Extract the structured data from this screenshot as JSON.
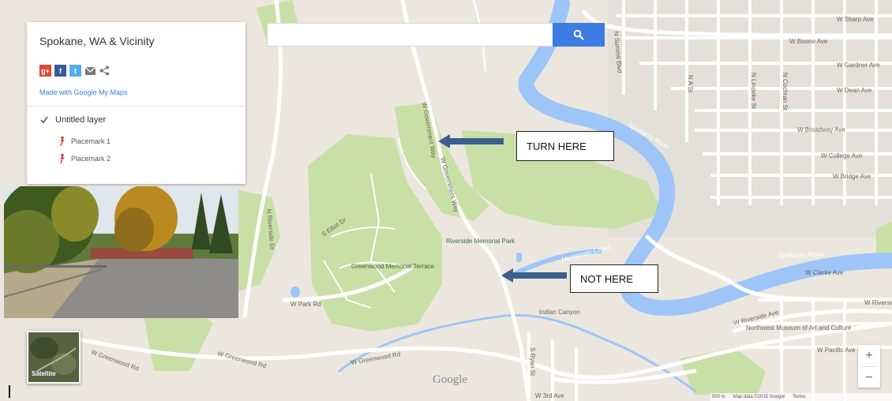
{
  "map": {
    "title": "Spokane, WA & Vicinity",
    "made_with": "Made with Google My Maps",
    "layer": {
      "name": "Untitled layer",
      "checked": true
    },
    "placemarks": [
      {
        "label": "Placemark 1"
      },
      {
        "label": "Placemark 2"
      }
    ],
    "share_icons": [
      "google-plus-icon",
      "facebook-icon",
      "twitter-icon",
      "email-icon",
      "share-icon"
    ],
    "search": {
      "value": "",
      "placeholder": ""
    },
    "satellite_label": "Satellite",
    "zoom_in": "+",
    "zoom_out": "−",
    "google_logo": "Google",
    "attribution": {
      "scale": "500 m",
      "data": "Map data ©2015 Google",
      "terms": "Terms"
    }
  },
  "annotations": {
    "turn_here": "TURN HERE",
    "not_here": "NOT HERE"
  },
  "labels": {
    "w_sharp_ave": "W Sharp Ave",
    "w_boone_ave": "W Boone Ave",
    "w_gardner_ave": "W Gardner Ave",
    "w_dean_ave": "W Dean Ave",
    "w_broadway_ave": "W Broadway Ave",
    "w_college_ave": "W College Ave",
    "w_bridge_ave": "W Bridge Ave",
    "w_clarke_ave": "W Clarke Ave",
    "w_riverside_ave": "W Riverside Ave",
    "w_riverside_ave_2": "W Riverside Ave",
    "w_pacific_ave": "W Pacific Ave",
    "w_3rd_ave": "W 3rd Ave",
    "w_govt_way": "W Government Way",
    "w_govt_way_2": "W Government Way",
    "riverside_memorial_park": "Riverside Memorial Park",
    "greenwood_memorial_terrace": "Greenwood Memorial Terrace",
    "s_elliot_dr": "S Elliot Dr",
    "w_park_rd": "W Park Rd",
    "w_greenwood_rd": "W Greenwood Rd",
    "w_greenwood_rd_2": "W Greenwood Rd",
    "w_greenwood_rd_3": "W Greenwood Rd",
    "indian_canyon": "Indian Canyon",
    "spokane_river": "Spokane River",
    "spokane_river_2": "Spokane River",
    "hangman_creek": "Hangman Creek",
    "nw_museum": "Northwest Museum of Art and Culture",
    "n_summit_blvd": "N Summit Blvd",
    "n_cochran_st": "N Cochran St",
    "n_lindeke_st": "N Lindeke St",
    "n_a_st": "N A St",
    "n_riverside_dr": "N Riverside Dr",
    "s_ryan_st": "S Ryan St"
  },
  "colors": {
    "land": "#ebe7df",
    "park": "#c8dfa6",
    "water": "#9ec5f7",
    "road": "#ffffff",
    "arrow": "#3b5f8f",
    "accent": "#3b7de2"
  }
}
